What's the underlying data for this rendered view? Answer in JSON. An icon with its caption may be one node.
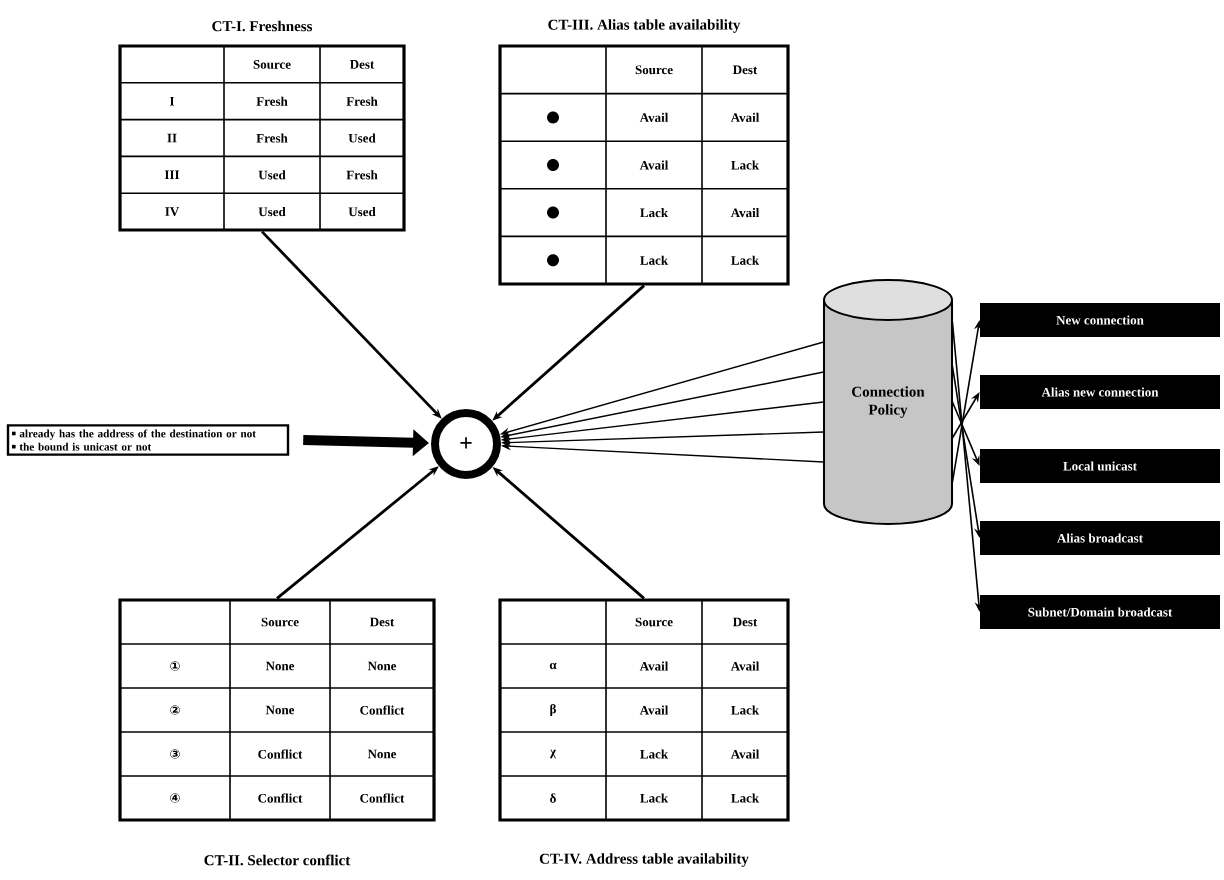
{
  "diagram": {
    "nodes": [
      {
        "text": [
          "CT-I. Freshness",
          "Source",
          "Dest",
          "I",
          "Fresh",
          "Fresh",
          "II",
          "Fresh",
          "Used",
          "III",
          "Used",
          "Fresh",
          "IV",
          "Used",
          "Used"
        ]
      },
      {
        "text": [
          "CT-III. Alias table availability",
          "Source",
          "Dest",
          "Avail",
          "Avail",
          "Avail",
          "Lack",
          "Lack",
          "Avail",
          "Lack",
          "Lack"
        ]
      },
      {
        "text": [
          "already has the address of the destination or not",
          "the bound is unicast or not"
        ]
      },
      {
        "text": [
          "+"
        ]
      },
      {
        "text": [
          "Connection Policy"
        ]
      },
      {
        "text": [
          "New connection"
        ]
      },
      {
        "text": [
          "Alias new connection"
        ]
      },
      {
        "text": [
          "Local unicast"
        ]
      },
      {
        "text": [
          "Alias broadcast"
        ]
      },
      {
        "text": [
          "Subnet/Domain broadcast"
        ]
      },
      {
        "text": [
          "Source",
          "Dest",
          "①",
          "None",
          "None",
          "②",
          "None",
          "Conflict",
          "③",
          "Conflict",
          "None",
          "④",
          "Conflict",
          "Conflict",
          "CT-II. Selector conflict"
        ]
      },
      {
        "text": [
          "Source",
          "Dest",
          "α",
          "Avail",
          "Avail",
          "β",
          "Avail",
          "Lack",
          "χ",
          "Lack",
          "Avail",
          "δ",
          "Lack",
          "Lack",
          "CT-IV. Address table availability"
        ]
      }
    ],
    "edges": [
      {
        "from": 0,
        "to": 3,
        "arrow": "to"
      },
      {
        "from": 1,
        "to": 3,
        "arrow": "to"
      },
      {
        "from": 2,
        "to": 3,
        "arrow": "to",
        "style": "thick"
      },
      {
        "from": 4,
        "to": 3,
        "arrow": "to"
      },
      {
        "from": 4,
        "to": 3,
        "arrow": "to"
      },
      {
        "from": 4,
        "to": 3,
        "arrow": "to"
      },
      {
        "from": 4,
        "to": 3,
        "arrow": "to"
      },
      {
        "from": 4,
        "to": 3,
        "arrow": "to"
      },
      {
        "from": 4,
        "to": 5,
        "arrow": "to"
      },
      {
        "from": 4,
        "to": 6,
        "arrow": "to"
      },
      {
        "from": 4,
        "to": 7,
        "arrow": "to"
      },
      {
        "from": 4,
        "to": 8,
        "arrow": "to"
      },
      {
        "from": 4,
        "to": 9,
        "arrow": "to"
      },
      {
        "from": 10,
        "to": 3,
        "arrow": "to"
      },
      {
        "from": 11,
        "to": 3,
        "arrow": "to"
      }
    ]
  }
}
